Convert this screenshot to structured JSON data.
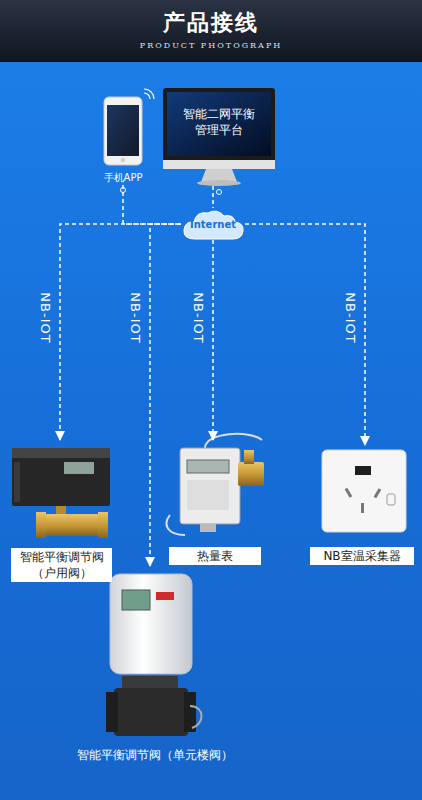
{
  "diagram": {
    "title": "产品接线",
    "nodes": [
      {
        "text": [
          "手机APP"
        ]
      },
      {
        "text": [
          "智能二网平衡 管理平台"
        ]
      },
      {
        "text": [
          "Internet"
        ]
      },
      {
        "text": [
          "智能平衡调节阀 （户用阀）"
        ]
      },
      {
        "text": [
          "热量表"
        ]
      },
      {
        "text": [
          "NB室温采集器"
        ]
      },
      {
        "text": [
          "智能平衡调节阀（单元楼阀）"
        ]
      }
    ],
    "edges": [
      {
        "from": 0,
        "to": 2,
        "arrow": "none"
      },
      {
        "from": 1,
        "to": 2,
        "arrow": "none"
      },
      {
        "from": 2,
        "to": 3,
        "label": "NB-IOT",
        "arrow": "to"
      },
      {
        "from": 2,
        "to": 6,
        "label": "NB-IOT",
        "arrow": "to"
      },
      {
        "from": 2,
        "to": 4,
        "label": "NB-IOT",
        "arrow": "to"
      },
      {
        "from": 2,
        "to": 5,
        "label": "NB-IOT",
        "arrow": "to"
      }
    ],
    "labels": [
      "PRODUCT PHOTOGRAPH"
    ]
  }
}
